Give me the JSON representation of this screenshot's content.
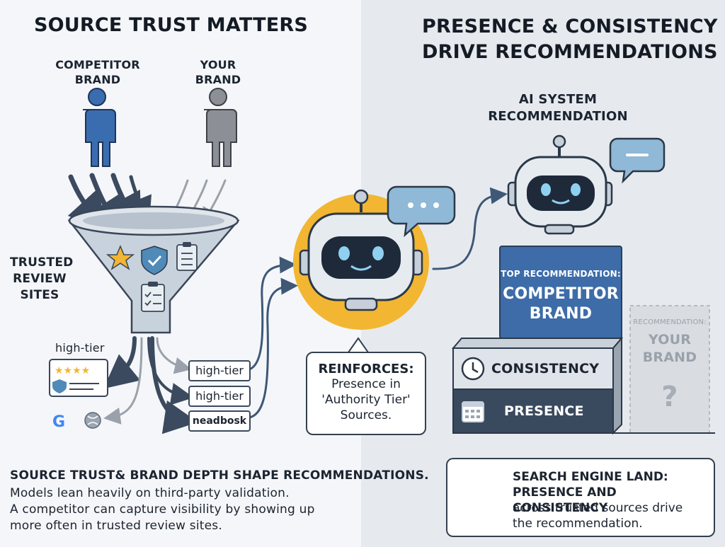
{
  "left": {
    "title": "SOURCE TRUST MATTERS",
    "competitor_label": [
      "COMPETITOR",
      "BRAND"
    ],
    "your_label": [
      "YOUR",
      "BRAND"
    ],
    "trusted_label": [
      "TRUSTED",
      "REVIEW",
      "SITES"
    ],
    "high_tier_top": "high-tier",
    "outputs": [
      "high-tier",
      "high-tier",
      "neadbosk"
    ],
    "reinforces_title": "REINFORCES:",
    "reinforces_body": [
      "Presence in",
      "'Authority Tier'",
      "Sources."
    ]
  },
  "right": {
    "title": [
      "PRESENCE & CONSISTENCY",
      "DRIVE RECOMMENDATIONS"
    ],
    "ai_label": [
      "AI SYSTEM",
      "RECOMMENDATION"
    ],
    "top_rec_label": "TOP RECOMMENDATION:",
    "top_rec_brand": [
      "COMPETITOR",
      "BRAND"
    ],
    "side_rec_label": "RECOMMENDATION:",
    "side_rec_brand": [
      "YOUR",
      "BRAND"
    ],
    "question": "?",
    "consistency": "CONSISTENCY",
    "presence": "PRESENCE"
  },
  "footer_left": {
    "heading": "SOURCE TRUST& BRAND DEPTH SHAPE RECOMMENDATIONS.",
    "lines": [
      "Models lean heavily on third-party validation.",
      "A competitor can capture visibility by showing up",
      "more often in trusted review sites."
    ]
  },
  "footer_right": {
    "heading": [
      "SEARCH ENGINE LAND:",
      "PRESENCE AND CONSISTENCY"
    ],
    "lines": [
      "across trusted sources drive",
      "the recommendation."
    ]
  },
  "colors": {
    "competitor_blue": "#3a6db0",
    "your_gray": "#8c9096",
    "robot_glow": "#f2b632",
    "bubble_blue": "#8fb9d6",
    "dark_navy": "#2b3848"
  },
  "icons": [
    "person-icon",
    "star-icon",
    "shield-icon",
    "clipboard-icon",
    "google-icon",
    "clock-icon",
    "calendar-icon",
    "magnifier-icon",
    "robot-icon",
    "chat-bubble-icon"
  ]
}
